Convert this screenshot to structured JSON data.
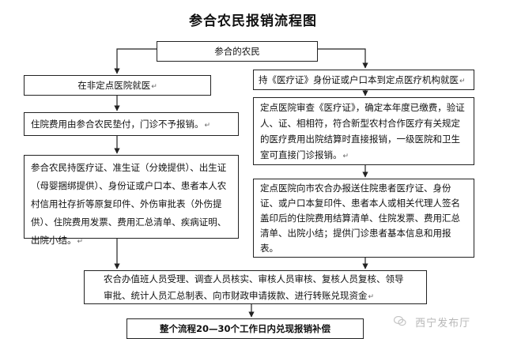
{
  "title": "参合农民报销流程图",
  "nodes": {
    "start": "参合的农民",
    "left_1": "在非定点医院就医",
    "left_2": "住院费用由参合农民垫付，门诊不予报销。",
    "left_3": "参合农民持医疗证、准生证（分娩提供）、出生证（母婴捆绑提供）、身份证或户口本、患者本人农村信用社存折等原复印件、外伤审批表（外伤提供）、住院费用发票、费用汇总清单、疾病证明、出院小结。",
    "right_1": "持《医疗证》身份证或户口本到定点医疗机构就医",
    "right_2": "定点医院审查《医疗证》，确定本年度已缴费，验证人、证、相相符，符合新型农村合作医疗有关规定的医疗费用出院结算时直接报销，一级医院和卫生室可直接门诊报销。",
    "right_3": "定点医院向市农合办报送住院患者医疗证、身份证、或户口本复印件、患者本人或相关代理人签名盖印后的住院费用结算清单、住院发票、费用汇总清单、出院小结；提供门诊患者基本信息和用报表。",
    "bottom": "农合办值班人员受理、调查人员核实、审核人员审核、复核人员复核、领导审批、统计人员汇总制表、向市财政申请拨款、进行转账兑现资金",
    "final": "整个流程20—30个工作日内兑现报销补偿"
  },
  "paragraph_mark": "↵",
  "watermark": {
    "text": "西宁发布厅",
    "icon": "wechat-icon"
  },
  "colors": {
    "line": "#222222",
    "watermark": "#b7b7b7"
  }
}
